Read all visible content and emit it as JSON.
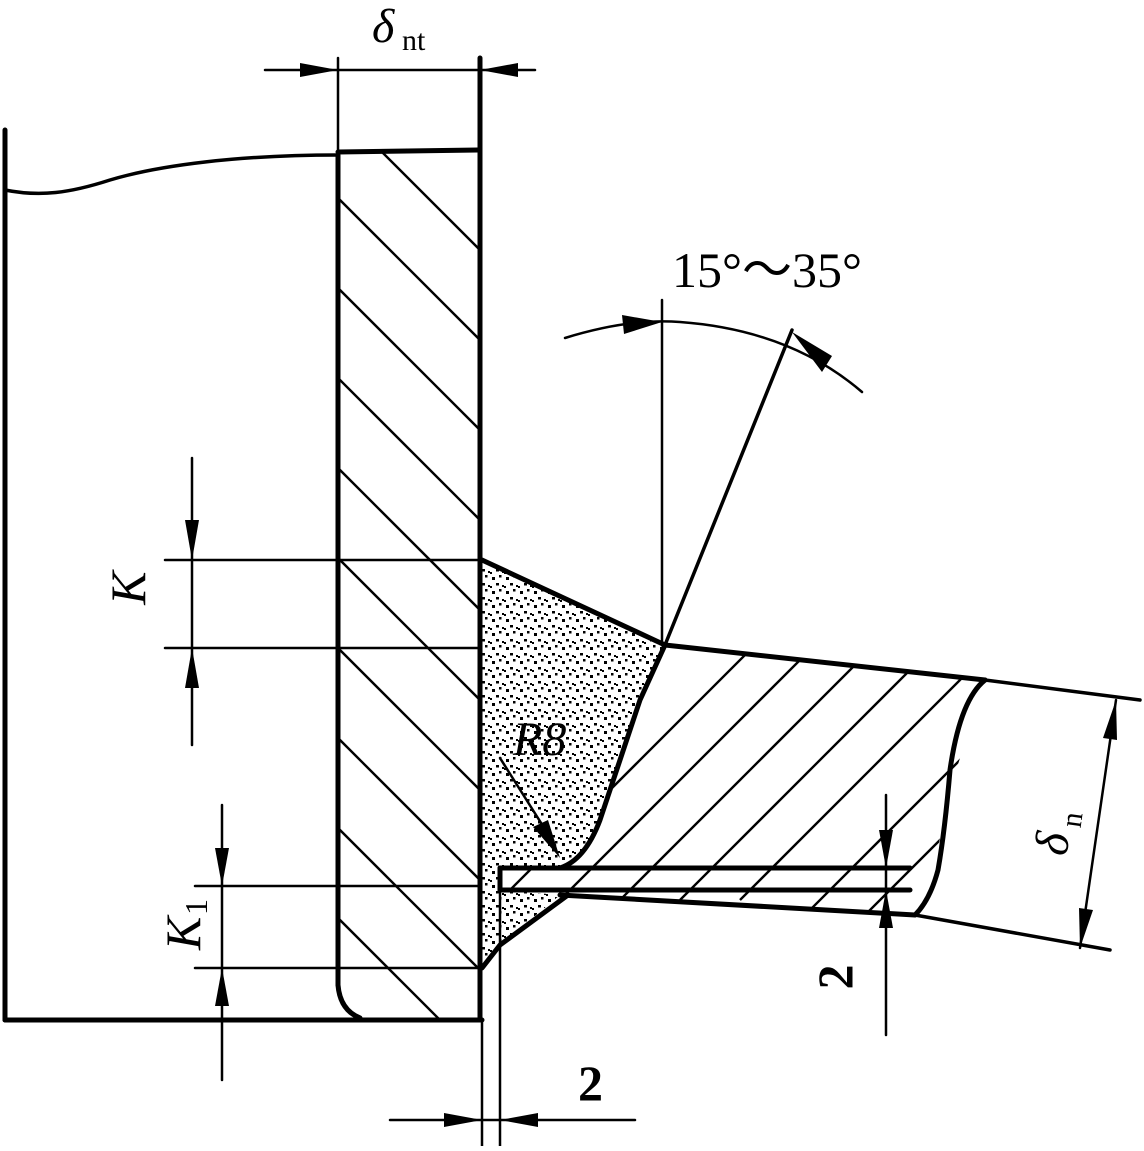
{
  "labels": {
    "delta_nt_main": "δ",
    "delta_nt_sub": "nt",
    "angle": "15°～35°",
    "K": "K",
    "K1_main": "K",
    "K1_sub": "1",
    "R8": "R8",
    "delta_n_main": "δ",
    "delta_n_sub": "n",
    "gap_bottom": "2",
    "gap_right": "2"
  },
  "colors": {
    "line": "#000000",
    "background": "#ffffff"
  }
}
